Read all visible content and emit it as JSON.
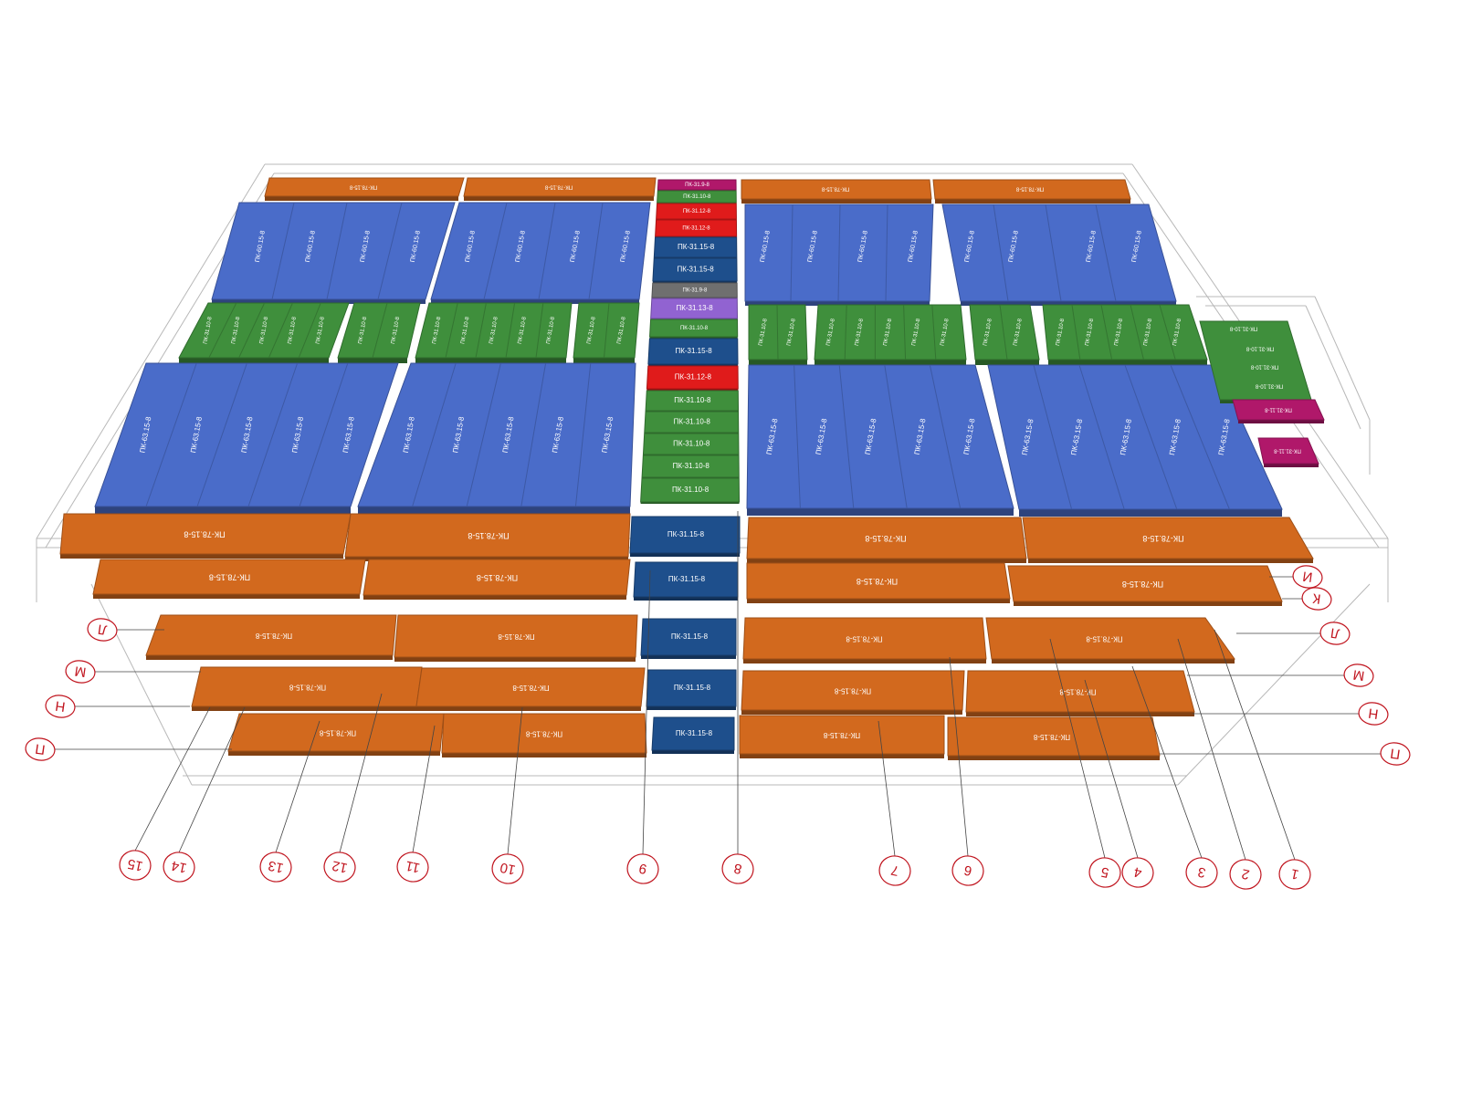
{
  "colors": {
    "orange": "#d2691e",
    "blue": "#4a6cc9",
    "green": "#3f8f3c",
    "navy": "#1e4f8c",
    "red": "#e01b1b",
    "magenta": "#b0186a",
    "gray": "#6f6f6f",
    "violet": "#9163d1",
    "axis_red": "#c0141e"
  },
  "slab_labels": {
    "pk_78_15": "ПК-78.15-8",
    "pk_60_15": "ПК-60.15-8",
    "pk_63_15": "ПК-63.15-8",
    "pk_31_15": "ПК-31.15-8",
    "pk_31_10": "ПК-31.10-8",
    "pk_31_12": "ПК-31.12-8",
    "pk_31_13": "ПК-31.13-8",
    "pk_31_9": "ПК-31.9-8",
    "pk_31_11": "ПК-31.11-8"
  },
  "grid_axes": {
    "columns": [
      "1",
      "2",
      "3",
      "4",
      "5",
      "6",
      "7",
      "8",
      "9",
      "10",
      "11",
      "12",
      "13",
      "14",
      "15"
    ],
    "rows_left": [
      "Л",
      "М",
      "Н",
      "П"
    ],
    "rows_right": [
      "И",
      "К",
      "Л",
      "М",
      "Н",
      "П"
    ]
  }
}
